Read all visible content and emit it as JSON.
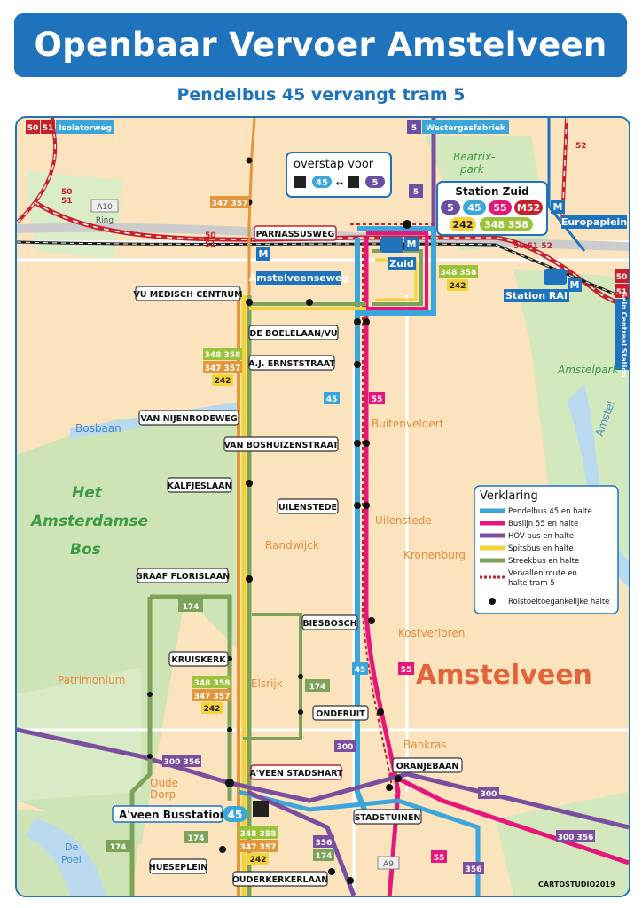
{
  "header": {
    "title": "Openbaar Vervoer Amstelveen",
    "subtitle": "Pendelbus 45 vervangt tram 5"
  },
  "colors": {
    "brand_blue": "#1f73bd",
    "bus45": "#3aa6dc",
    "bus55": "#e6167b",
    "hov_purple": "#7b4fa0",
    "spits_yellow": "#f4d23a",
    "streek_green": "#7da35a",
    "tram_red": "#c8202a",
    "tram5": "#6a4fa3"
  },
  "transfer": {
    "title": "overstap voor",
    "from_line": "45",
    "to_line": "5"
  },
  "station_zuid": {
    "title": "Station Zuid",
    "lines": [
      "5",
      "45",
      "55",
      "M52",
      "242",
      "348 358"
    ]
  },
  "legend": {
    "title": "Verklaring",
    "items": [
      {
        "label": "Pendelbus 45 en halte"
      },
      {
        "label": "Buslijn 55 en halte"
      },
      {
        "label": "HOV-bus en halte"
      },
      {
        "label": "Spitsbus en halte"
      },
      {
        "label": "Streekbus en halte"
      },
      {
        "label": "Vervallen route en halte tram 5"
      },
      {
        "label": "Rolstoeltoegankelijke halte"
      }
    ]
  },
  "stops": {
    "parnassusweg": "PARNASSUSWEG",
    "vu_medisch": "VU MEDISCH CENTRUM",
    "boelelaan": "DE BOELELAAN/VU",
    "ernststraat": "A.J. ERNSTSTRAAT",
    "nijenrodeweg": "VAN NIJENRODEWEG",
    "boshuizen": "VAN BOSHUIZENSTRAAT",
    "kalfjeslaan": "KALFJESLAAN",
    "uilenstede": "UILENSTEDE",
    "graaf": "GRAAF FLORISLAAN",
    "biesbosch": "BIESBOSCH",
    "kruiskerk": "KRUISKERK",
    "onderuit": "ONDERUIT",
    "oranjebaan": "ORANJEBAAN",
    "stadshart": "A'VEEN STADSHART",
    "stadstuinen": "STADSTUINEN",
    "huesplein": "HUESEPLEIN",
    "ouderkerkerlaan": "OUDERKERKERLAAN"
  },
  "stations": {
    "amstelveenseweg": "Amstelveenseweg",
    "zuid": "Zuid",
    "station_rai": "Station RAI",
    "europaplein": "Europaplein",
    "busstation": "A'veen Busstation",
    "busstation_line": "45"
  },
  "places": {
    "beatrixpark": "Beatrix-\npark",
    "amstelpark": "Amstelpark",
    "buitenveldert": "Buitenveldert",
    "uilenstede": "Uilenstede",
    "randwijck": "Randwijck",
    "kronenburg": "Kronenburg",
    "kostverloren": "Kostverloren",
    "elsrijk": "Elsrijk",
    "patrimonium": "Patrimonium",
    "bankras": "Bankras",
    "oude_dorp": "Oude Dorp",
    "amstelveen": "Amstelveen",
    "bos": "Het Amsterdamse Bos",
    "bosbaan": "Bosbaan",
    "amstel": "Amstel",
    "de_poel": "De Poel"
  },
  "roads": {
    "a10": "A10",
    "ring": "Ring",
    "a9": "A9"
  },
  "line_tags": {
    "isolatorweg_lines": [
      "50",
      "51"
    ],
    "isolatorweg": "Isolatorweg",
    "westergas_line": "5",
    "westergas": "Westergasfabriek",
    "centraal_lines": [
      "50",
      "51"
    ],
    "centraal": "Gein Centraal Station"
  },
  "line_labels": {
    "l52": "52",
    "l5051a": "50\n51",
    "l5051b": "50\n51",
    "l505152": "50 51 52",
    "l347357": "347 357",
    "l348358": "348 358",
    "l242": "242",
    "l45": "45",
    "l55": "55",
    "l300356": "300 356",
    "l300": "300",
    "l174": "174",
    "l356": "356",
    "l5": "5"
  },
  "credit": "CARTOSTUDIO2019"
}
